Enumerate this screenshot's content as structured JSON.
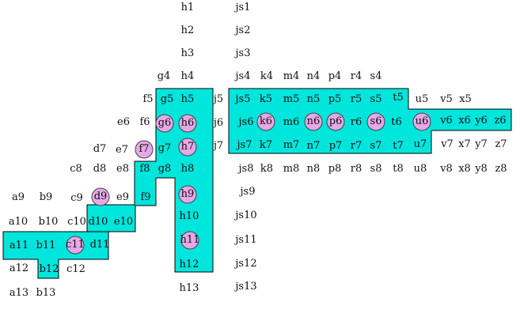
{
  "colors": {
    "region_fill": "#00E5DC",
    "region_stroke": "#000000",
    "circle_fill": "#E6A8E6",
    "circle_stroke": "#444444",
    "text": "#111111"
  },
  "circled": [
    "c11",
    "d9",
    "f7",
    "g6",
    "h6",
    "h7",
    "h9",
    "h11",
    "k6",
    "n6",
    "p6",
    "s6",
    "u6"
  ],
  "labels": [
    {
      "id": "h1",
      "t": "h1"
    },
    {
      "id": "h2",
      "t": "h2"
    },
    {
      "id": "h3",
      "t": "h3"
    },
    {
      "id": "g4",
      "t": "g4"
    },
    {
      "id": "h4",
      "t": "h4"
    },
    {
      "id": "f5",
      "t": "f5"
    },
    {
      "id": "g5",
      "t": "g5"
    },
    {
      "id": "h5",
      "t": "h5"
    },
    {
      "id": "e6",
      "t": "e6"
    },
    {
      "id": "f6",
      "t": "f6"
    },
    {
      "id": "g6",
      "t": "g6"
    },
    {
      "id": "h6",
      "t": "h6"
    },
    {
      "id": "d7",
      "t": "d7"
    },
    {
      "id": "e7",
      "t": "e7"
    },
    {
      "id": "f7",
      "t": "f7"
    },
    {
      "id": "g7",
      "t": "g7"
    },
    {
      "id": "h7",
      "t": "h7"
    },
    {
      "id": "c8",
      "t": "c8"
    },
    {
      "id": "d8",
      "t": "d8"
    },
    {
      "id": "e8",
      "t": "e8"
    },
    {
      "id": "f8",
      "t": "f8"
    },
    {
      "id": "g8",
      "t": "g8"
    },
    {
      "id": "h8",
      "t": "h8"
    },
    {
      "id": "a9",
      "t": "a9"
    },
    {
      "id": "b9",
      "t": "b9"
    },
    {
      "id": "c9",
      "t": "c9"
    },
    {
      "id": "d9",
      "t": "d9"
    },
    {
      "id": "e9",
      "t": "e9"
    },
    {
      "id": "f9",
      "t": "f9"
    },
    {
      "id": "h9",
      "t": "h9"
    },
    {
      "id": "a10",
      "t": "a10"
    },
    {
      "id": "b10",
      "t": "b10"
    },
    {
      "id": "c10",
      "t": "c10"
    },
    {
      "id": "d10",
      "t": "d10"
    },
    {
      "id": "e10",
      "t": "e10"
    },
    {
      "id": "h10",
      "t": "h10"
    },
    {
      "id": "a11",
      "t": "a11"
    },
    {
      "id": "b11",
      "t": "b11"
    },
    {
      "id": "c11",
      "t": "c11"
    },
    {
      "id": "d11",
      "t": "d11"
    },
    {
      "id": "h11",
      "t": "h11"
    },
    {
      "id": "a12",
      "t": "a12"
    },
    {
      "id": "b12",
      "t": "b12"
    },
    {
      "id": "c12",
      "t": "c12"
    },
    {
      "id": "h12",
      "t": "h12"
    },
    {
      "id": "a13",
      "t": "a13"
    },
    {
      "id": "b13",
      "t": "b13"
    },
    {
      "id": "h13",
      "t": "h13"
    },
    {
      "id": "js1",
      "t": "js1"
    },
    {
      "id": "js2",
      "t": "js2"
    },
    {
      "id": "js3",
      "t": "js3"
    },
    {
      "id": "js4",
      "t": "js4"
    },
    {
      "id": "k4",
      "t": "k4"
    },
    {
      "id": "m4",
      "t": "m4"
    },
    {
      "id": "n4",
      "t": "n4"
    },
    {
      "id": "p4",
      "t": "p4"
    },
    {
      "id": "r4",
      "t": "r4"
    },
    {
      "id": "s4",
      "t": "s4"
    },
    {
      "id": "j5",
      "t": "j5"
    },
    {
      "id": "js5",
      "t": "js5"
    },
    {
      "id": "k5",
      "t": "k5"
    },
    {
      "id": "m5",
      "t": "m5"
    },
    {
      "id": "n5",
      "t": "n5"
    },
    {
      "id": "p5",
      "t": "p5"
    },
    {
      "id": "r5",
      "t": "r5"
    },
    {
      "id": "s5",
      "t": "s5"
    },
    {
      "id": "t5",
      "t": "t5"
    },
    {
      "id": "u5",
      "t": "u5"
    },
    {
      "id": "v5",
      "t": "v5"
    },
    {
      "id": "x5",
      "t": "x5"
    },
    {
      "id": "j6",
      "t": "j6"
    },
    {
      "id": "js6",
      "t": "js6"
    },
    {
      "id": "k6",
      "t": "k6"
    },
    {
      "id": "m6",
      "t": "m6"
    },
    {
      "id": "n6",
      "t": "n6"
    },
    {
      "id": "p6",
      "t": "p6"
    },
    {
      "id": "r6",
      "t": "r6"
    },
    {
      "id": "s6",
      "t": "s6"
    },
    {
      "id": "t6",
      "t": "t6"
    },
    {
      "id": "u6",
      "t": "u6"
    },
    {
      "id": "v6",
      "t": "v6"
    },
    {
      "id": "x6",
      "t": "x6"
    },
    {
      "id": "y6",
      "t": "y6"
    },
    {
      "id": "z6",
      "t": "z6"
    },
    {
      "id": "j7",
      "t": "j7"
    },
    {
      "id": "js7",
      "t": "js7"
    },
    {
      "id": "k7",
      "t": "k7"
    },
    {
      "id": "m7",
      "t": "m7"
    },
    {
      "id": "n7",
      "t": "n7"
    },
    {
      "id": "p7",
      "t": "p7"
    },
    {
      "id": "r7",
      "t": "r7"
    },
    {
      "id": "s7",
      "t": "s7"
    },
    {
      "id": "t7",
      "t": "t7"
    },
    {
      "id": "u7",
      "t": "u7"
    },
    {
      "id": "v7",
      "t": "v7"
    },
    {
      "id": "x7",
      "t": "x7"
    },
    {
      "id": "y7",
      "t": "y7"
    },
    {
      "id": "z7",
      "t": "z7"
    },
    {
      "id": "js8",
      "t": "js8"
    },
    {
      "id": "k8",
      "t": "k8"
    },
    {
      "id": "m8",
      "t": "m8"
    },
    {
      "id": "n8",
      "t": "n8"
    },
    {
      "id": "p8",
      "t": "p8"
    },
    {
      "id": "r8",
      "t": "r8"
    },
    {
      "id": "s8",
      "t": "s8"
    },
    {
      "id": "t8",
      "t": "t8"
    },
    {
      "id": "u8",
      "t": "u8"
    },
    {
      "id": "v8",
      "t": "v8"
    },
    {
      "id": "x8",
      "t": "x8"
    },
    {
      "id": "y8",
      "t": "y8"
    },
    {
      "id": "z8",
      "t": "z8"
    },
    {
      "id": "js9",
      "t": "js9"
    },
    {
      "id": "js10",
      "t": "js10"
    },
    {
      "id": "js11",
      "t": "js11"
    },
    {
      "id": "js12",
      "t": "js12"
    },
    {
      "id": "js13",
      "t": "js13"
    }
  ]
}
